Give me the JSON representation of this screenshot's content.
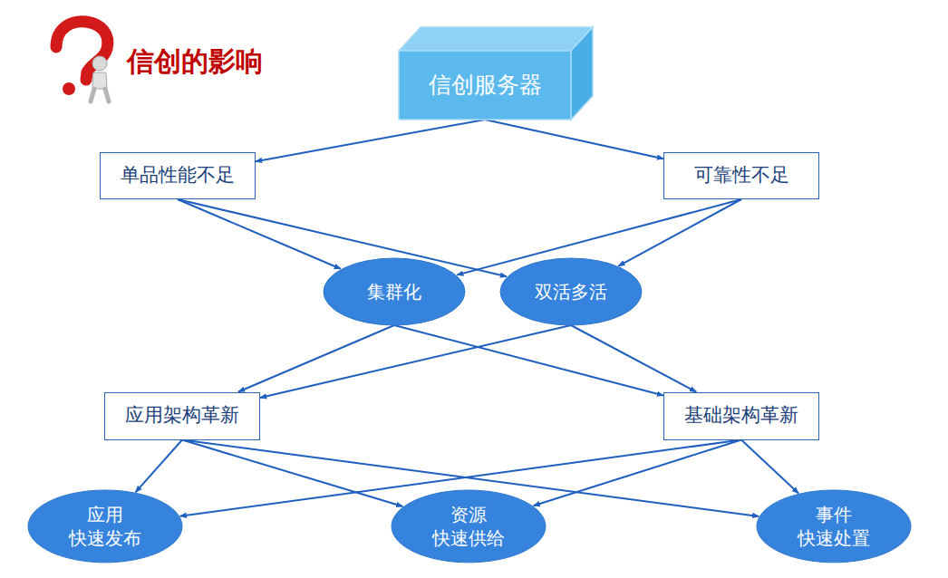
{
  "diagram": {
    "title": "信创的影响",
    "nodes": [
      {
        "text": [
          "信创服务器"
        ]
      },
      {
        "text": [
          "单品性能不足"
        ]
      },
      {
        "text": [
          "可靠性不足"
        ]
      },
      {
        "text": [
          "集群化"
        ]
      },
      {
        "text": [
          "双活多活"
        ]
      },
      {
        "text": [
          "应用架构革新"
        ]
      },
      {
        "text": [
          "基础架构革新"
        ]
      },
      {
        "text": [
          "应用 快速发布"
        ]
      },
      {
        "text": [
          "资源 快速供给"
        ]
      },
      {
        "text": [
          "事件 快速处置"
        ]
      }
    ],
    "edges": [
      {
        "from": 0,
        "to": 1,
        "arrow": "to"
      },
      {
        "from": 0,
        "to": 2,
        "arrow": "to"
      },
      {
        "from": 1,
        "to": 3,
        "arrow": "to"
      },
      {
        "from": 1,
        "to": 4,
        "arrow": "to"
      },
      {
        "from": 2,
        "to": 3,
        "arrow": "to"
      },
      {
        "from": 2,
        "to": 4,
        "arrow": "to"
      },
      {
        "from": 3,
        "to": 5,
        "arrow": "to"
      },
      {
        "from": 3,
        "to": 6,
        "arrow": "to"
      },
      {
        "from": 4,
        "to": 5,
        "arrow": "to"
      },
      {
        "from": 4,
        "to": 6,
        "arrow": "to"
      },
      {
        "from": 5,
        "to": 7,
        "arrow": "to"
      },
      {
        "from": 5,
        "to": 8,
        "arrow": "to"
      },
      {
        "from": 5,
        "to": 9,
        "arrow": "to"
      },
      {
        "from": 6,
        "to": 7,
        "arrow": "to"
      },
      {
        "from": 6,
        "to": 8,
        "arrow": "to"
      },
      {
        "from": 6,
        "to": 9,
        "arrow": "to"
      }
    ]
  }
}
